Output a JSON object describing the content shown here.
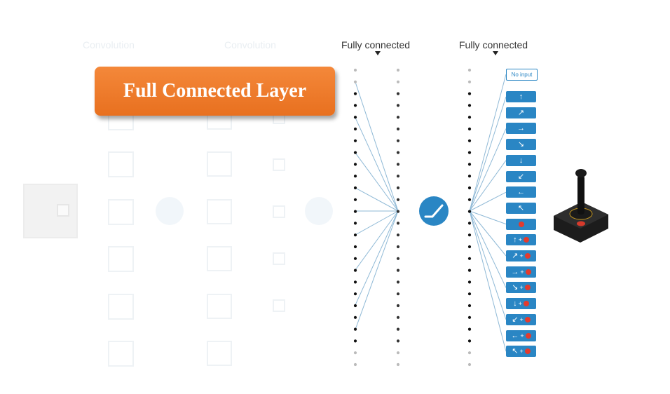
{
  "callout": {
    "label": "Full Connected Layer"
  },
  "layers": {
    "conv1_title": "Convolution",
    "conv2_title": "Convolution",
    "fc1_title": "Fully connected",
    "fc2_title": "Fully connected"
  },
  "output": {
    "no_input_label": "No input",
    "actions": [
      {
        "icon": "↑",
        "fire": false
      },
      {
        "icon": "↗",
        "fire": false
      },
      {
        "icon": "→",
        "fire": false
      },
      {
        "icon": "↘",
        "fire": false
      },
      {
        "icon": "↓",
        "fire": false
      },
      {
        "icon": "↙",
        "fire": false
      },
      {
        "icon": "←",
        "fire": false
      },
      {
        "icon": "↖",
        "fire": false
      },
      {
        "icon": "",
        "fire": true
      },
      {
        "icon": "↑",
        "fire": true
      },
      {
        "icon": "↗",
        "fire": true
      },
      {
        "icon": "→",
        "fire": true
      },
      {
        "icon": "↘",
        "fire": true
      },
      {
        "icon": "↓",
        "fire": true
      },
      {
        "icon": "↙",
        "fire": true
      },
      {
        "icon": "←",
        "fire": true
      },
      {
        "icon": "↖",
        "fire": true
      }
    ]
  },
  "colors": {
    "accent": "#2a86c4",
    "callout": "#ee7a2a",
    "fire": "#e33b2e",
    "line": "#8fb9d6",
    "faded": "#e9eef2"
  },
  "icons": {
    "activation": "relu-activation-icon",
    "controller": "joystick-icon"
  }
}
